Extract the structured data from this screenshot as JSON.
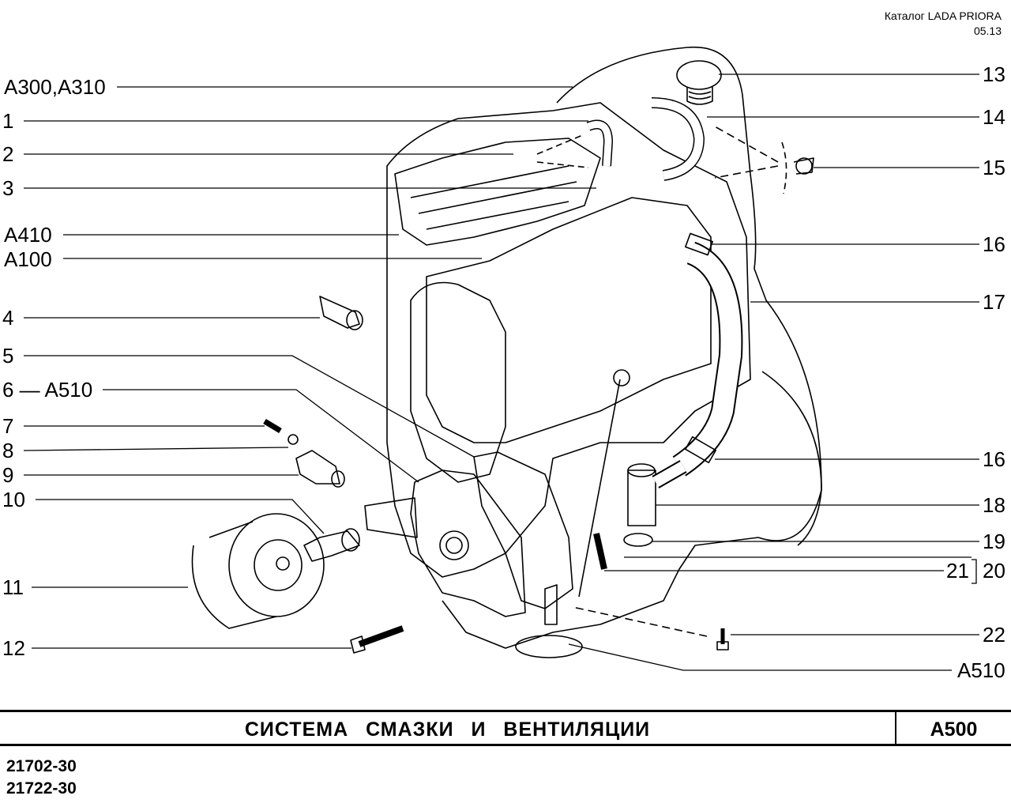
{
  "header": {
    "catalog": "Каталог  LADA  PRIORA",
    "date": "05.13"
  },
  "labels_left": [
    {
      "key": "a300",
      "text": "A300,A310"
    },
    {
      "key": "n1",
      "text": "1"
    },
    {
      "key": "n2",
      "text": "2"
    },
    {
      "key": "n3",
      "text": "3"
    },
    {
      "key": "a410",
      "text": "A410"
    },
    {
      "key": "a100",
      "text": "A100"
    },
    {
      "key": "n4",
      "text": "4"
    },
    {
      "key": "n5",
      "text": "5"
    },
    {
      "key": "n6",
      "text": "6 — A510"
    },
    {
      "key": "n7",
      "text": "7"
    },
    {
      "key": "n8",
      "text": "8"
    },
    {
      "key": "n9",
      "text": "9"
    },
    {
      "key": "n10",
      "text": "10"
    },
    {
      "key": "n11",
      "text": "11"
    },
    {
      "key": "n12",
      "text": "12"
    }
  ],
  "labels_right": [
    {
      "key": "n13",
      "text": "13"
    },
    {
      "key": "n14",
      "text": "14"
    },
    {
      "key": "n15",
      "text": "15"
    },
    {
      "key": "n16a",
      "text": "16"
    },
    {
      "key": "n17",
      "text": "17"
    },
    {
      "key": "n16b",
      "text": "16"
    },
    {
      "key": "n18",
      "text": "18"
    },
    {
      "key": "n19",
      "text": "19"
    },
    {
      "key": "n21",
      "text": "21"
    },
    {
      "key": "n20",
      "text": "20"
    },
    {
      "key": "n22",
      "text": "22"
    },
    {
      "key": "a510b",
      "text": "A510"
    }
  ],
  "title": "СИСТЕМА  СМАЗКИ  И  ВЕНТИЛЯЦИИ",
  "code": "A500",
  "models": [
    "21702-30",
    "21722-30"
  ]
}
